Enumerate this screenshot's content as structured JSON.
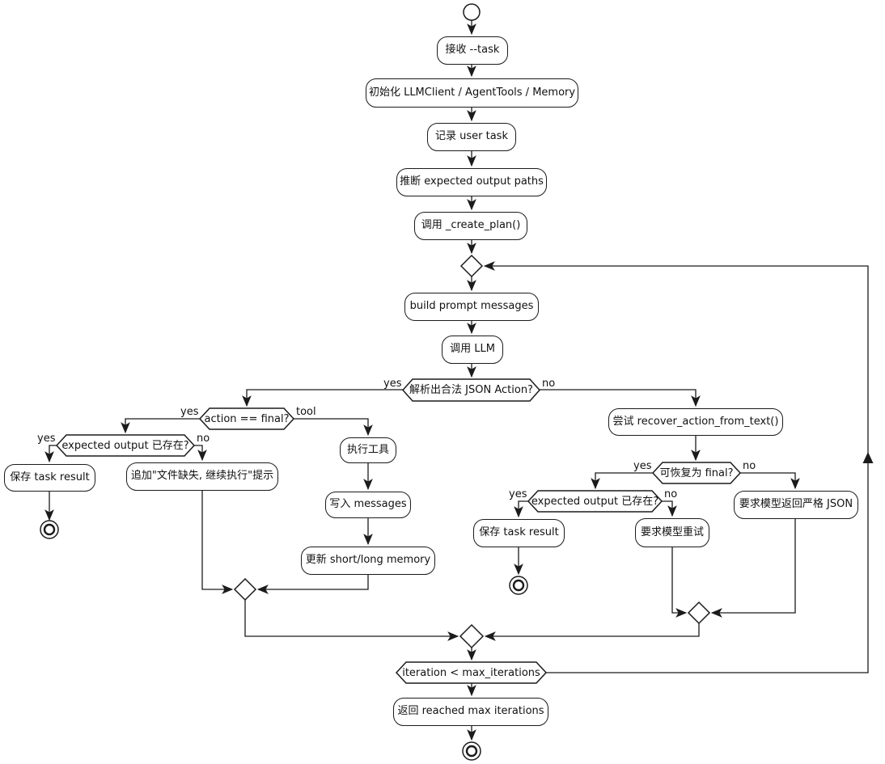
{
  "diagram": {
    "title": "agent run loop activity diagram",
    "colors": {
      "background": "#ffffff",
      "stroke": "#1b1b1b",
      "node_fill": "#ffffff",
      "text": "#111111"
    },
    "nodes": {
      "receive_task": "接收 --task",
      "init_clients": "初始化 LLMClient / AgentTools / Memory",
      "record_user_task": "记录 user task",
      "infer_expected_paths": "推断 expected output paths",
      "create_plan": "调用 _create_plan()",
      "build_prompt": "build prompt messages",
      "call_llm": "调用 LLM",
      "parse_json_decision": "解析出合法 JSON Action?",
      "action_final_decision": "action == final?",
      "expected_exists_left": "expected output 已存在?",
      "save_task_result_left": "保存 task result",
      "append_missing_hint": "追加\"文件缺失, 继续执行\"提示",
      "exec_tool": "执行工具",
      "write_messages": "写入 messages",
      "update_memory": "更新 short/long memory",
      "try_recover": "尝试 recover_action_from_text()",
      "recoverable_decision": "可恢复为 final?",
      "expected_exists_right": "expected output 已存在?",
      "save_task_result_right": "保存 task result",
      "ask_model_retry": "要求模型重试",
      "ask_strict_json": "要求模型返回严格 JSON",
      "iteration_decision": "iteration < max_iterations",
      "return_max_iterations": "返回 reached max iterations"
    },
    "edge_labels": {
      "parse_yes": "yes",
      "parse_no": "no",
      "final_yes": "yes",
      "final_tool": "tool",
      "exists_left_yes": "yes",
      "exists_left_no": "no",
      "recover_yes": "yes",
      "recover_no": "no",
      "exists_right_yes": "yes",
      "exists_right_no": "no"
    }
  }
}
